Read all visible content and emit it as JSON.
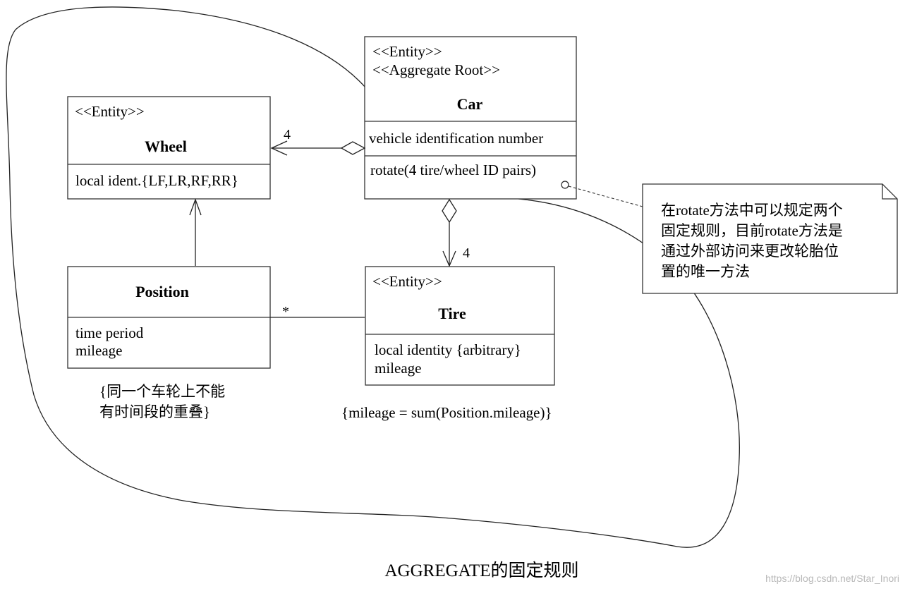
{
  "classes": {
    "car": {
      "stereotypes": [
        "<<Entity>>",
        "<<Aggregate Root>>"
      ],
      "name": "Car",
      "attributes": [
        "vehicle identification number"
      ],
      "operations": [
        "rotate(4 tire/wheel ID pairs)"
      ]
    },
    "wheel": {
      "stereotypes": [
        "<<Entity>>"
      ],
      "name": "Wheel",
      "attributes": [
        "local ident.{LF,LR,RF,RR}"
      ]
    },
    "position": {
      "name": "Position",
      "attributes": [
        "time period",
        "mileage"
      ]
    },
    "tire": {
      "stereotypes": [
        "<<Entity>>"
      ],
      "name": "Tire",
      "attributes": [
        "local identity {arbitrary}",
        "mileage"
      ]
    }
  },
  "associations": {
    "car_wheel_multiplicity": "4",
    "car_tire_multiplicity": "4",
    "position_tire_multiplicity": "*"
  },
  "note": {
    "lines": [
      "在rotate方法中可以规定两个",
      "固定规则，目前rotate方法是",
      "通过外部访问来更改轮胎位",
      "置的唯一方法"
    ]
  },
  "constraints": {
    "position": [
      "{同一个车轮上不能",
      "有时间段的重叠}"
    ],
    "tire": "{mileage = sum(Position.mileage)}"
  },
  "caption": {
    "main": "AGGREGATE",
    "suffix": "的固定规则"
  },
  "watermark": "https://blog.csdn.net/Star_Inori"
}
